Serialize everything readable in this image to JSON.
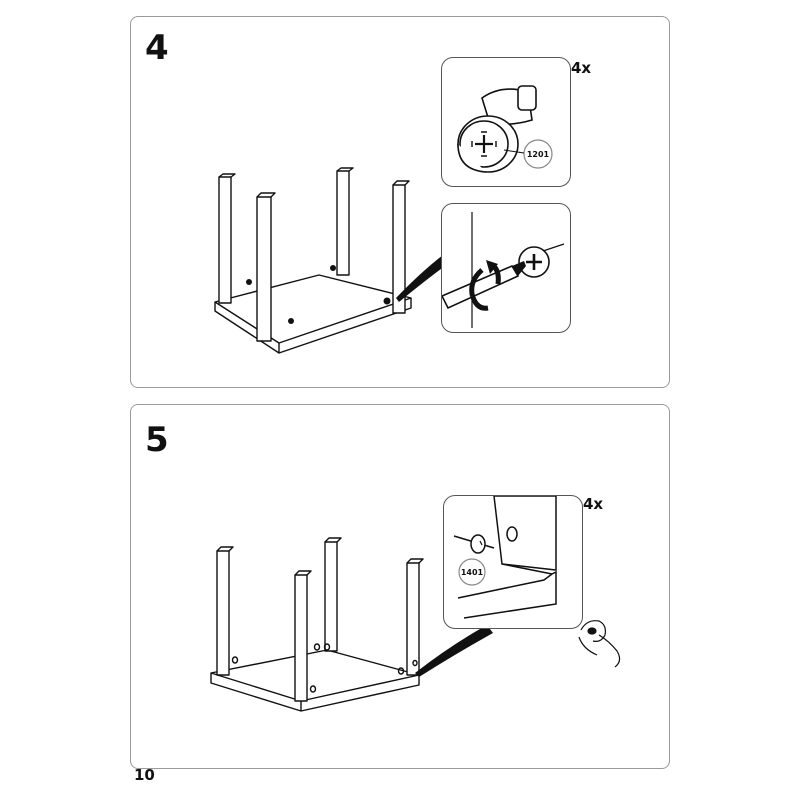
{
  "page": {
    "number": "10"
  },
  "steps": [
    {
      "number": "4",
      "quantity": "4x",
      "part_number": "1201",
      "action": "screw-in-bolts-with-screwdriver"
    },
    {
      "number": "5",
      "quantity": "4x",
      "part_number": "1401",
      "action": "insert-caps-by-hand"
    }
  ],
  "colors": {
    "line": "#111111",
    "border": "#9a9a9a"
  }
}
